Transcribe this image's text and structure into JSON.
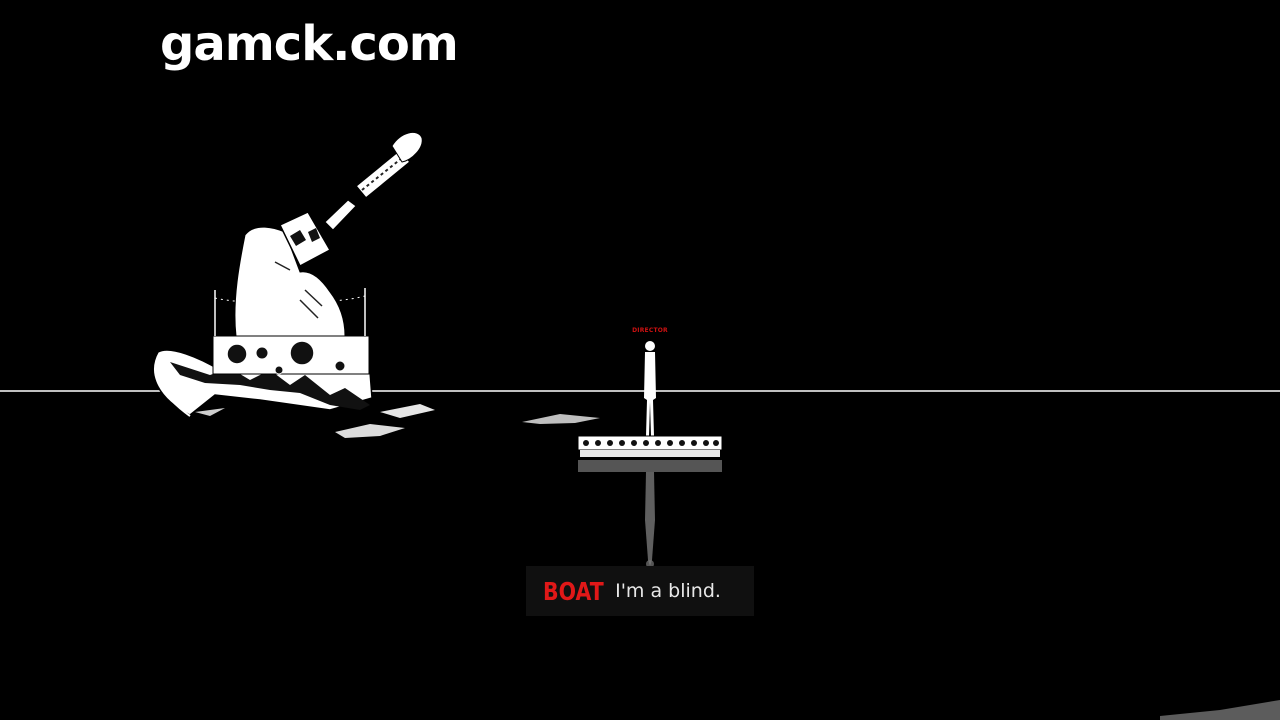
{
  "watermark": {
    "text": "gamck.com"
  },
  "scene": {
    "character_tag": "DIRECTOR",
    "horizon_color": "#ffffff",
    "sky_color": "#000000"
  },
  "dialogue": {
    "speaker": "BOAT",
    "text": "I'm a blind.",
    "speaker_color": "#e01818"
  }
}
